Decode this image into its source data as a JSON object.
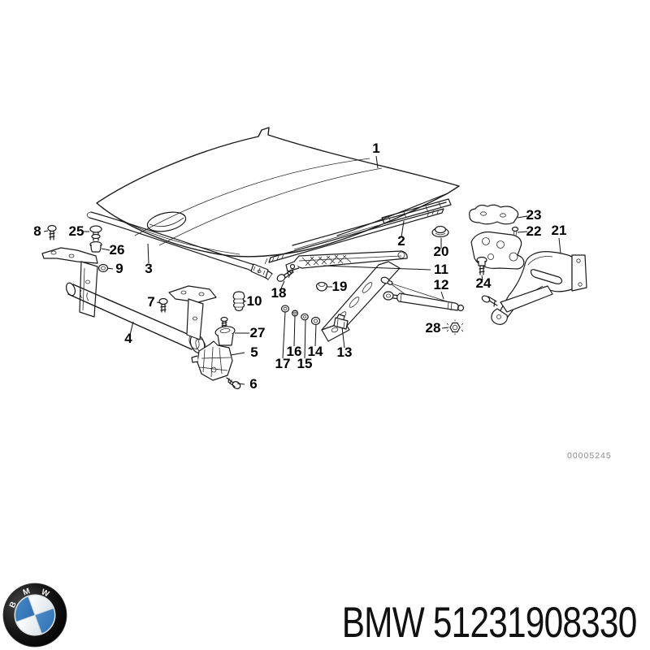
{
  "diagram": {
    "description": "Exploded parts diagram of a car hood (bonnet) assembly",
    "part_labels": [
      "1",
      "2",
      "3",
      "4",
      "5",
      "6",
      "7",
      "8",
      "9",
      "10",
      "11",
      "12",
      "13",
      "14",
      "15",
      "16",
      "17",
      "18",
      "19",
      "20",
      "21",
      "22",
      "23",
      "24",
      "25",
      "26",
      "27",
      "28"
    ],
    "drawing_number": "00005245"
  },
  "footer": {
    "text": "BMW 51231908330",
    "logo_letters": [
      "B",
      "M",
      "W"
    ]
  },
  "colors": {
    "background": "#ffffff",
    "line": "#1a1a1a",
    "label": "#000000",
    "drawing_number": "#8c8c8c",
    "logo_blue": "#2d6fb4",
    "logo_ring": "#151515"
  }
}
